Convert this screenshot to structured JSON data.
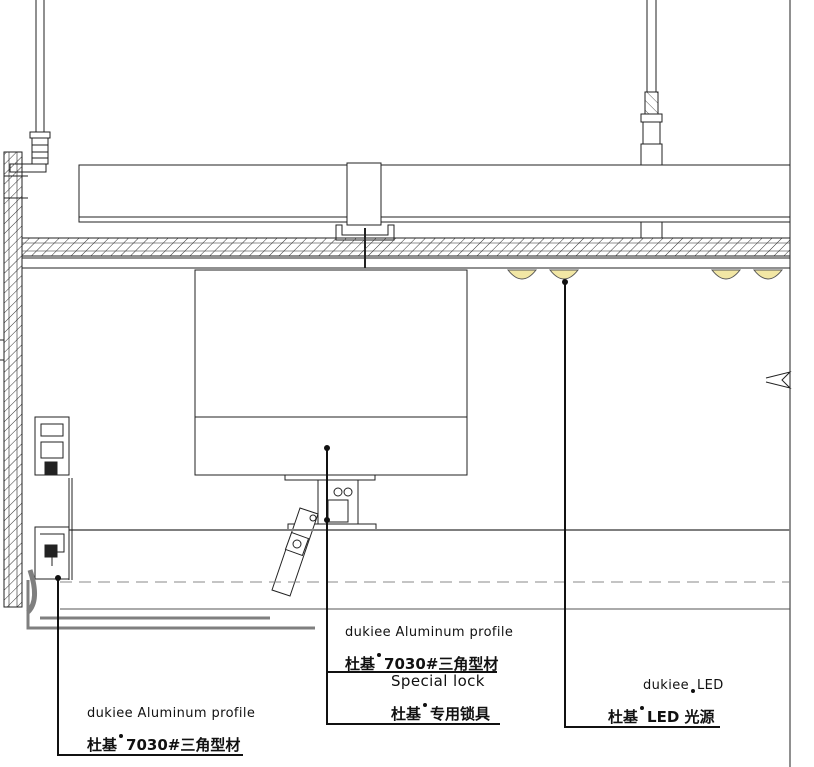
{
  "labels": {
    "left_profile": {
      "en": "dukiee  Aluminum  profile",
      "cn_brand": "杜基",
      "cn_part": "7030#三角型材"
    },
    "mid_profile": {
      "en": "dukiee  Aluminum  profile",
      "cn_brand": "杜基",
      "cn_part": "7030#三角型材"
    },
    "lock": {
      "en": "Special  lock",
      "cn_brand": "杜基",
      "cn_part": "专用锁具"
    },
    "led": {
      "en": "dukiee",
      "en_suffix": "LED",
      "cn_brand": "杜基",
      "cn_part": "LED 光源"
    }
  },
  "colors": {
    "line": "#222222",
    "profile_gray": "#7f7f7f",
    "led_yellow": "#f2e7a5",
    "dash": "#888888"
  }
}
